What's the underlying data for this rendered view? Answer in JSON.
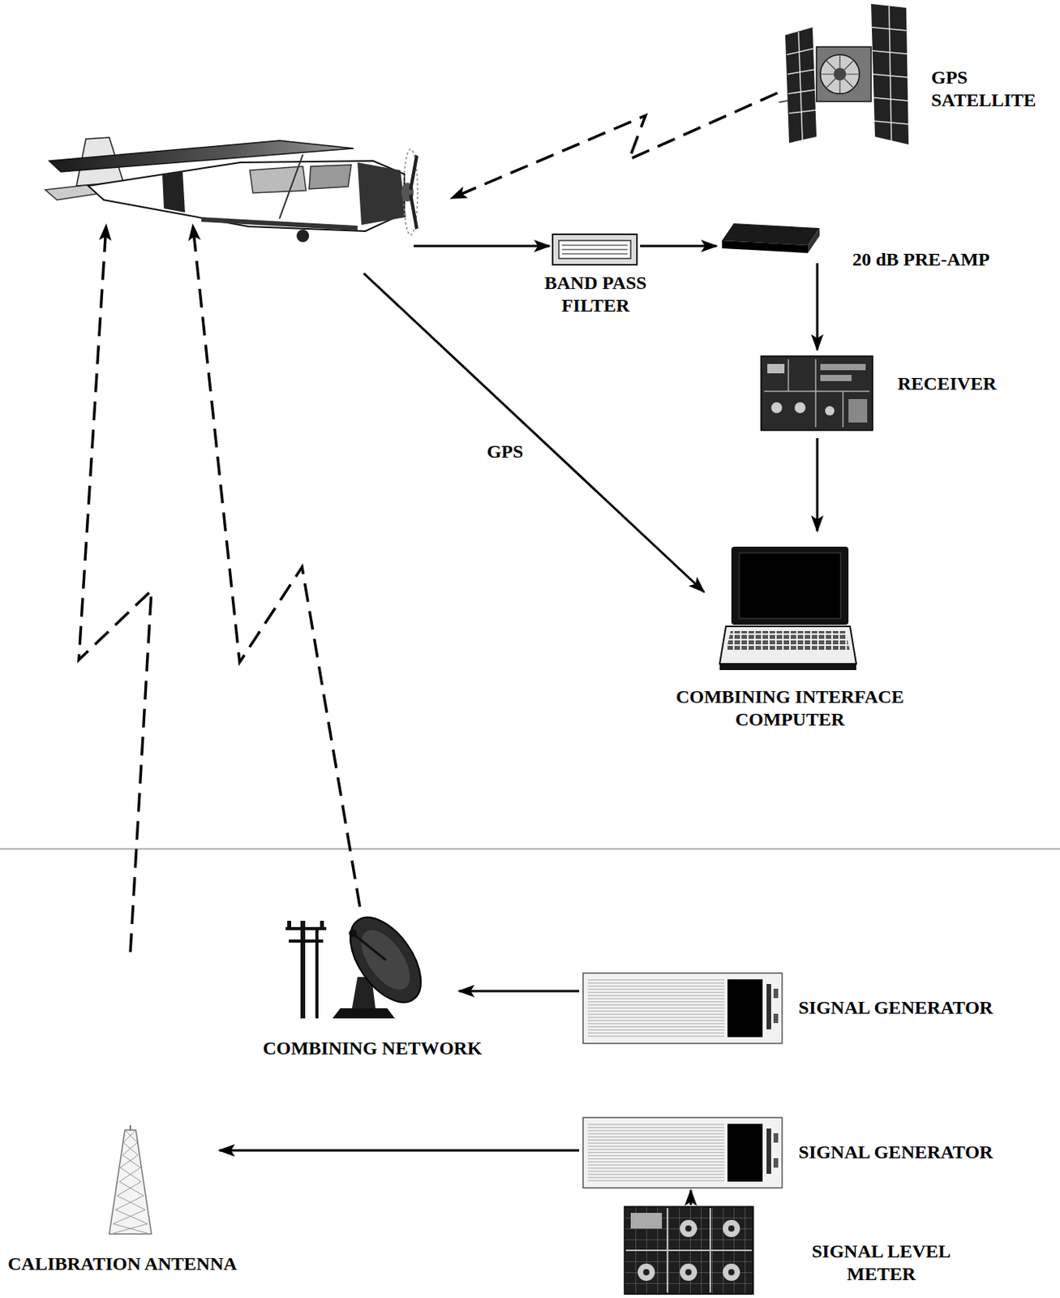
{
  "diagram": {
    "nodes": [
      {
        "text": []
      },
      {
        "text": [
          "GPS SATELLITE"
        ]
      },
      {
        "text": [
          "BAND PASS FILTER"
        ]
      },
      {
        "text": [
          "20 dB PRE-AMP"
        ]
      },
      {
        "text": [
          "RECEIVER"
        ]
      },
      {
        "text": [
          "COMBINING INTERFACE COMPUTER"
        ]
      },
      {
        "text": [
          "COMBINING NETWORK"
        ]
      },
      {
        "text": [
          "SIGNAL GENERATOR"
        ]
      },
      {
        "text": [
          "SIGNAL GENERATOR"
        ]
      },
      {
        "text": [
          "CALIBRATION ANTENNA"
        ]
      },
      {
        "text": [
          "SIGNAL LEVEL METER"
        ]
      }
    ],
    "edges": [
      {
        "from": 1,
        "to": 0,
        "arrow": "to"
      },
      {
        "from": 0,
        "to": 2,
        "arrow": "to"
      },
      {
        "from": 2,
        "to": 3,
        "arrow": "to"
      },
      {
        "from": 3,
        "to": 4,
        "arrow": "to"
      },
      {
        "from": 4,
        "to": 5,
        "arrow": "to"
      },
      {
        "from": 0,
        "to": 5,
        "label": "GPS",
        "arrow": "to"
      },
      {
        "from": 7,
        "to": 6,
        "arrow": "to"
      },
      {
        "from": 8,
        "to": 9,
        "arrow": "to"
      },
      {
        "from": 10,
        "to": 8,
        "arrow": "to"
      },
      {
        "from": 6,
        "to": 0,
        "arrow": "to"
      },
      {
        "from": 9,
        "to": 0,
        "arrow": "to"
      }
    ]
  }
}
